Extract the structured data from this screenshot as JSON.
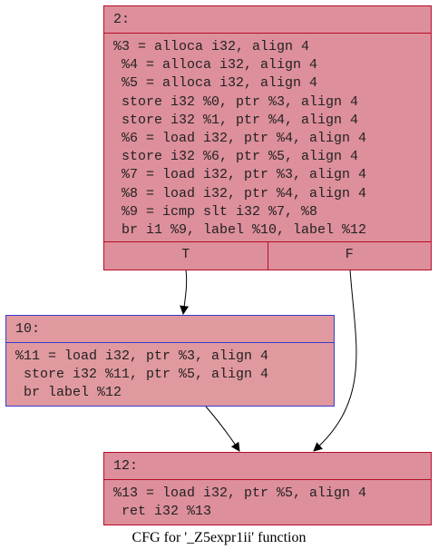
{
  "nodes": {
    "n2": {
      "label": "2:",
      "lines": [
        "%3 = alloca i32, align 4",
        " %4 = alloca i32, align 4",
        " %5 = alloca i32, align 4",
        " store i32 %0, ptr %3, align 4",
        " store i32 %1, ptr %4, align 4",
        " %6 = load i32, ptr %4, align 4",
        " store i32 %6, ptr %5, align 4",
        " %7 = load i32, ptr %3, align 4",
        " %8 = load i32, ptr %4, align 4",
        " %9 = icmp slt i32 %7, %8",
        " br i1 %9, label %10, label %12"
      ],
      "true_label": "T",
      "false_label": "F"
    },
    "n10": {
      "label": "10:",
      "lines": [
        "%11 = load i32, ptr %3, align 4",
        " store i32 %11, ptr %5, align 4",
        " br label %12"
      ]
    },
    "n12": {
      "label": "12:",
      "lines": [
        "%13 = load i32, ptr %5, align 4",
        " ret i32 %13"
      ]
    }
  },
  "caption": "CFG for '_Z5expr1ii' function",
  "colors": {
    "node_fill": "#dd8f9b",
    "node_border": "#b70d28",
    "node10_border": "#3a3acc"
  }
}
